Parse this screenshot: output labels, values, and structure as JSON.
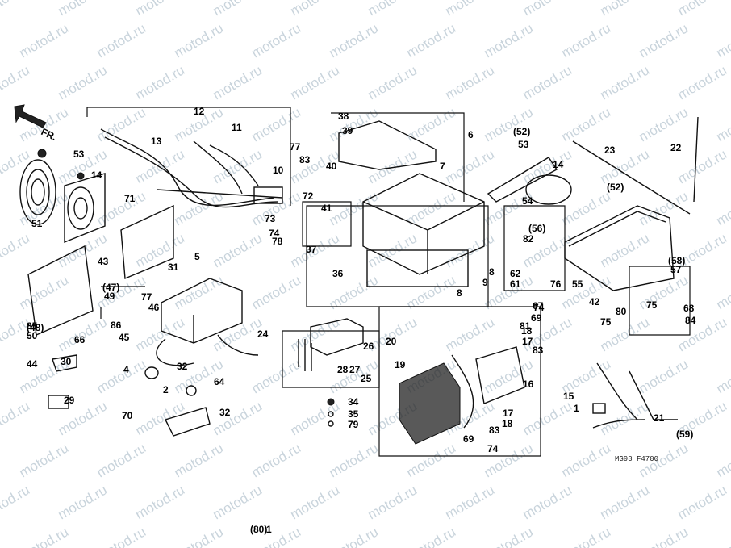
{
  "watermark": "motod.ru",
  "diagram_code": "MG93 F4700",
  "front_mark": "FR.",
  "callouts": [
    "1",
    "2",
    "4",
    "5",
    "6",
    "7",
    "8",
    "8",
    "9",
    "10",
    "11",
    "12",
    "13",
    "14",
    "14",
    "15",
    "16",
    "17",
    "17",
    "18",
    "18",
    "19",
    "20",
    "21",
    "22",
    "23",
    "24",
    "25",
    "26",
    "27",
    "28",
    "29",
    "30",
    "31",
    "32",
    "32",
    "34",
    "35",
    "36",
    "37",
    "38",
    "39",
    "40",
    "41",
    "42",
    "43",
    "44",
    "45",
    "46",
    "49",
    "50",
    "51",
    "53",
    "53",
    "54",
    "55",
    "57",
    "61",
    "62",
    "64",
    "66",
    "67",
    "68",
    "69",
    "69",
    "70",
    "71",
    "72",
    "73",
    "74",
    "74",
    "74",
    "75",
    "75",
    "76",
    "77",
    "77",
    "78",
    "79",
    "80",
    "81",
    "82",
    "83",
    "83",
    "83",
    "84",
    "85",
    "86",
    "(47)",
    "(48)",
    "(52)",
    "(52)",
    "(56)",
    "(58)",
    "(59)",
    "(80)",
    "1"
  ]
}
